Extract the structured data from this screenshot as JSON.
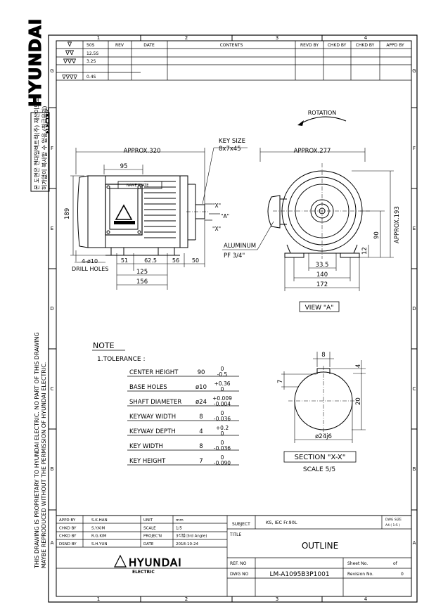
{
  "brand": {
    "name": "HYUNDAI",
    "sub": "ELECTRIC"
  },
  "side": {
    "korean_1": "본 도면은 현대일렉트릭(주) 재산이므로",
    "korean_2": "허가없이 복사할 수 없음 (취급유의)",
    "proprietary_1": "THIS DRAWING IS PROPRIETARY TO HYUNDAI ELECTRIC.   NO PART OF THIS DRAWING",
    "proprietary_2": "MAYBE REPRODUCED WITHOUT THE PERMISSION OF HYUNDAI ELECTRIC."
  },
  "zones": {
    "columns": [
      "1",
      "2",
      "3",
      "4"
    ],
    "rows": [
      "G",
      "F",
      "E",
      "D",
      "C",
      "B",
      "A"
    ]
  },
  "revision_table": {
    "headers": [
      "REV",
      "DATE",
      "CONTENTS",
      "REVD BY",
      "CHKD BY",
      "CHKD BY",
      "APPD BY"
    ],
    "finish_symbols": [
      "∇",
      "∇∇",
      "∇∇∇",
      "∇∇∇∇"
    ],
    "finish_values": [
      "50S",
      "12.5S",
      "3.2S",
      "0.4S"
    ]
  },
  "rotation_label": "ROTATION",
  "dimensions": {
    "approx_320": "APPROX.320",
    "key_size_label": "KEY SIZE",
    "key_size_value": "8x7x45",
    "approx_277": "APPROX.277",
    "d95": "95",
    "d189": "189",
    "name_plate": "NAME PLATE",
    "x_upper": "\"X\"",
    "a_mark": "\"A\"",
    "x_lower": "\"X\"",
    "approx_193": "APPROX.193",
    "d90": "90",
    "d12": "12",
    "aluminum": "ALUMINUM",
    "pf": "PF 3/4\"",
    "holes_1": "4-ø10",
    "holes_2": "DRILL HOLES",
    "d51": "51",
    "d62_5": "62.5",
    "d56": "56",
    "d50": "50",
    "d125": "125",
    "d156": "156",
    "d33_5": "33.5",
    "d140": "140",
    "d172": "172",
    "view_a": "VIEW \"A\""
  },
  "note": {
    "title": "NOTE",
    "subtitle": "1.TOLERANCE :",
    "rows": [
      {
        "label": "CENTER HEIGHT",
        "value": "90",
        "upper": "0",
        "lower": "-0.5"
      },
      {
        "label": "BASE HOLES",
        "value": "ø10",
        "upper": "+0.36",
        "lower": "0"
      },
      {
        "label": "SHAFT DIAMETER",
        "value": "ø24",
        "upper": "+0.009",
        "lower": "-0.004"
      },
      {
        "label": "KEYWAY WIDTH",
        "value": "8",
        "upper": "0",
        "lower": "-0.036"
      },
      {
        "label": "KEYWAY DEPTH",
        "value": "4",
        "upper": "+0.2",
        "lower": "0"
      },
      {
        "label": "KEY WIDTH",
        "value": "8",
        "upper": "0",
        "lower": "-0.036"
      },
      {
        "label": "KEY HEIGHT",
        "value": "7",
        "upper": "0",
        "lower": "-0.090"
      }
    ]
  },
  "section": {
    "d8": "8",
    "d4": "4",
    "d7": "7",
    "d20": "20",
    "shaft": "ø24j6",
    "title": "SECTION \"X-X\"",
    "scale": "SCALE 5/5"
  },
  "title_block": {
    "rows": [
      {
        "role": "APPD  BY",
        "name": "S.K.HAN",
        "key": "UNIT",
        "value": "mm"
      },
      {
        "role": "CHKD  BY",
        "name": "S.Y.KIM",
        "key": "SCALE",
        "value": "1/5"
      },
      {
        "role": "CHKD  BY",
        "name": "R.G.KIM",
        "key": "PROJEC'N",
        "value": "3각법(3rd Angle)"
      },
      {
        "role": "DSND  BY",
        "name": "S.H.YUN",
        "key": "DATE",
        "value": "2018-10-24"
      }
    ],
    "subject_label": "SUBJECT",
    "subject": "KS, IEC Fr.90L",
    "dwg_size_label": "DWG SIZE",
    "dwg_size": "A4 ( 1:5 )",
    "title_label": "TITLE",
    "title": "OUTLINE",
    "ref_label": "REF. NO",
    "sheet_label": "Sheet No.",
    "sheet_of": "of",
    "dwg_no_label": "DWG  NO",
    "dwg_no": "LM-A1095B3P1001",
    "revision_label": "Revision No.",
    "revision": "0"
  }
}
